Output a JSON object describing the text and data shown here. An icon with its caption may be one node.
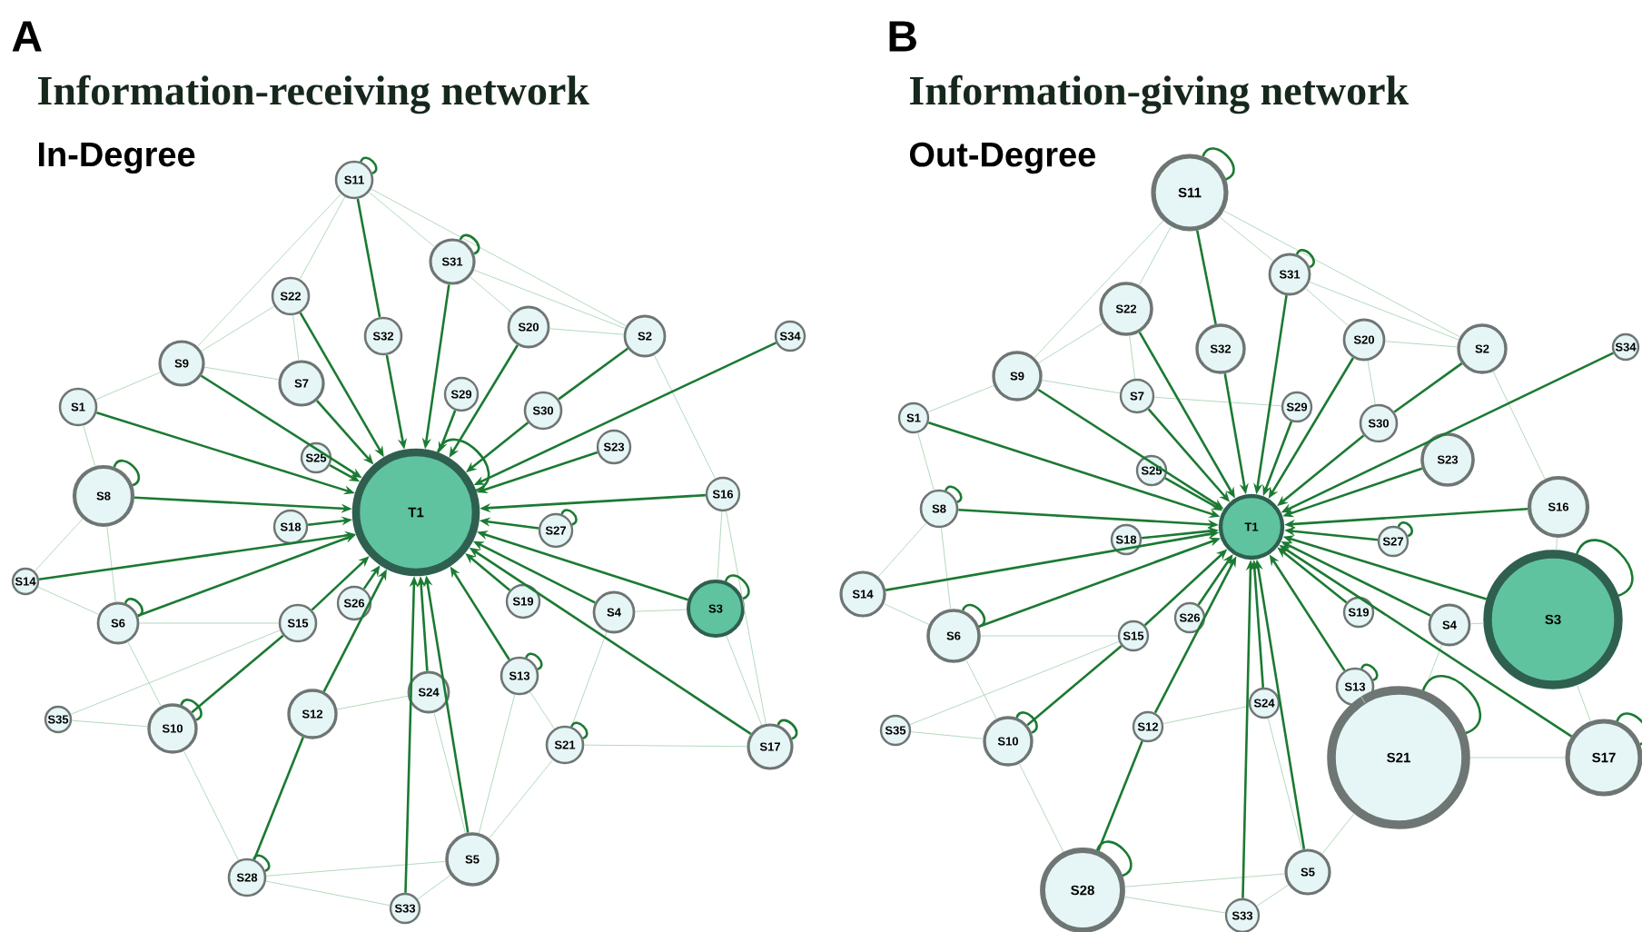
{
  "diagram": {
    "nodes": [
      {
        "text": [
          "T1"
        ]
      },
      {
        "text": [
          "S11"
        ]
      },
      {
        "text": [
          "S31"
        ]
      },
      {
        "text": [
          "S22"
        ]
      },
      {
        "text": [
          "S32"
        ]
      },
      {
        "text": [
          "S20"
        ]
      },
      {
        "text": [
          "S2"
        ]
      },
      {
        "text": [
          "S34"
        ]
      },
      {
        "text": [
          "S9"
        ]
      },
      {
        "text": [
          "S7"
        ]
      },
      {
        "text": [
          "S29"
        ]
      },
      {
        "text": [
          "S30"
        ]
      },
      {
        "text": [
          "S1"
        ]
      },
      {
        "text": [
          "S23"
        ]
      },
      {
        "text": [
          "S25"
        ]
      },
      {
        "text": [
          "S8"
        ]
      },
      {
        "text": [
          "S16"
        ]
      },
      {
        "text": [
          "S18"
        ]
      },
      {
        "text": [
          "S27"
        ]
      },
      {
        "text": [
          "S14"
        ]
      },
      {
        "text": [
          "S6"
        ]
      },
      {
        "text": [
          "S15"
        ]
      },
      {
        "text": [
          "S26"
        ]
      },
      {
        "text": [
          "S19"
        ]
      },
      {
        "text": [
          "S4"
        ]
      },
      {
        "text": [
          "S3"
        ]
      },
      {
        "text": [
          "S13"
        ]
      },
      {
        "text": [
          "S24"
        ]
      },
      {
        "text": [
          "S35"
        ]
      },
      {
        "text": [
          "S10"
        ]
      },
      {
        "text": [
          "S12"
        ]
      },
      {
        "text": [
          "S21"
        ]
      },
      {
        "text": [
          "S17"
        ]
      },
      {
        "text": [
          "S5"
        ]
      },
      {
        "text": [
          "S28"
        ]
      },
      {
        "text": [
          "S33"
        ]
      },
      {
        "text": [
          "T1"
        ]
      },
      {
        "text": [
          "S11"
        ]
      },
      {
        "text": [
          "S31"
        ]
      },
      {
        "text": [
          "S22"
        ]
      },
      {
        "text": [
          "S32"
        ]
      },
      {
        "text": [
          "S20"
        ]
      },
      {
        "text": [
          "S2"
        ]
      },
      {
        "text": [
          "S34"
        ]
      },
      {
        "text": [
          "S9"
        ]
      },
      {
        "text": [
          "S7"
        ]
      },
      {
        "text": [
          "S29"
        ]
      },
      {
        "text": [
          "S30"
        ]
      },
      {
        "text": [
          "S1"
        ]
      },
      {
        "text": [
          "S23"
        ]
      },
      {
        "text": [
          "S25"
        ]
      },
      {
        "text": [
          "S8"
        ]
      },
      {
        "text": [
          "S16"
        ]
      },
      {
        "text": [
          "S18"
        ]
      },
      {
        "text": [
          "S27"
        ]
      },
      {
        "text": [
          "S14"
        ]
      },
      {
        "text": [
          "S6"
        ]
      },
      {
        "text": [
          "S15"
        ]
      },
      {
        "text": [
          "S26"
        ]
      },
      {
        "text": [
          "S19"
        ]
      },
      {
        "text": [
          "S4"
        ]
      },
      {
        "text": [
          "S3"
        ]
      },
      {
        "text": [
          "S13"
        ]
      },
      {
        "text": [
          "S24"
        ]
      },
      {
        "text": [
          "S35"
        ]
      },
      {
        "text": [
          "S10"
        ]
      },
      {
        "text": [
          "S12"
        ]
      },
      {
        "text": [
          "S21"
        ]
      },
      {
        "text": [
          "S17"
        ]
      },
      {
        "text": [
          "S5"
        ]
      },
      {
        "text": [
          "S28"
        ]
      },
      {
        "text": [
          "S33"
        ]
      }
    ],
    "edges": [
      {
        "from": 1,
        "to": 8,
        "arrow": "none",
        "color": "#a9d6b4"
      },
      {
        "from": 1,
        "to": 3,
        "arrow": "none",
        "color": "#a9d6b4"
      },
      {
        "from": 1,
        "to": 2,
        "arrow": "none",
        "color": "#a9d6b4"
      },
      {
        "from": 1,
        "to": 6,
        "arrow": "none",
        "color": "#a9d6b4"
      },
      {
        "from": 2,
        "to": 5,
        "arrow": "none",
        "color": "#a9d6b4"
      },
      {
        "from": 2,
        "to": 6,
        "arrow": "none",
        "color": "#a9d6b4"
      },
      {
        "from": 3,
        "to": 8,
        "arrow": "none",
        "color": "#a9d6b4"
      },
      {
        "from": 3,
        "to": 9,
        "arrow": "none",
        "color": "#a9d6b4"
      },
      {
        "from": 8,
        "to": 12,
        "arrow": "none",
        "color": "#a9d6b4"
      },
      {
        "from": 12,
        "to": 15,
        "arrow": "none",
        "color": "#a9d6b4"
      },
      {
        "from": 15,
        "to": 19,
        "arrow": "none",
        "color": "#a9d6b4"
      },
      {
        "from": 19,
        "to": 20,
        "arrow": "none",
        "color": "#a9d6b4"
      },
      {
        "from": 20,
        "to": 29,
        "arrow": "none",
        "color": "#a9d6b4"
      },
      {
        "from": 29,
        "to": 28,
        "arrow": "none",
        "color": "#a9d6b4"
      },
      {
        "from": 29,
        "to": 34,
        "arrow": "none",
        "color": "#a9d6b4"
      },
      {
        "from": 34,
        "to": 35,
        "arrow": "none",
        "color": "#a9d6b4"
      },
      {
        "from": 34,
        "to": 33,
        "arrow": "none",
        "color": "#a9d6b4"
      },
      {
        "from": 35,
        "to": 33,
        "arrow": "none",
        "color": "#a9d6b4"
      },
      {
        "from": 33,
        "to": 31,
        "arrow": "none",
        "color": "#a9d6b4"
      },
      {
        "from": 31,
        "to": 32,
        "arrow": "none",
        "color": "#a9d6b4"
      },
      {
        "from": 32,
        "to": 25,
        "arrow": "none",
        "color": "#a9d6b4"
      },
      {
        "from": 25,
        "to": 16,
        "arrow": "none",
        "color": "#a9d6b4"
      },
      {
        "from": 16,
        "to": 6,
        "arrow": "none",
        "color": "#a9d6b4"
      },
      {
        "from": 5,
        "to": 6,
        "arrow": "none",
        "color": "#a9d6b4"
      },
      {
        "from": 24,
        "to": 25,
        "arrow": "none",
        "color": "#a9d6b4"
      },
      {
        "from": 31,
        "to": 26,
        "arrow": "none",
        "color": "#a9d6b4"
      },
      {
        "from": 27,
        "to": 33,
        "arrow": "none",
        "color": "#a9d6b4"
      },
      {
        "from": 8,
        "to": 9,
        "arrow": "none",
        "color": "#a9d6b4"
      },
      {
        "from": 16,
        "to": 32,
        "arrow": "none",
        "color": "#a9d6b4"
      },
      {
        "from": 31,
        "to": 24,
        "arrow": "none",
        "color": "#a9d6b4"
      },
      {
        "from": 20,
        "to": 21,
        "arrow": "none",
        "color": "#a9d6b4"
      },
      {
        "from": 30,
        "to": 27,
        "arrow": "none",
        "color": "#a9d6b4"
      },
      {
        "from": 28,
        "to": 21,
        "arrow": "none",
        "color": "#a9d6b4"
      },
      {
        "from": 33,
        "to": 26,
        "arrow": "none",
        "color": "#a9d6b4"
      },
      {
        "from": 15,
        "to": 20,
        "arrow": "none",
        "color": "#a9d6b4"
      },
      {
        "from": 1,
        "to": 4,
        "arrow": "none",
        "color": "#1b7a32"
      },
      {
        "from": 6,
        "to": 11,
        "arrow": "none",
        "color": "#1b7a32"
      },
      {
        "from": 29,
        "to": 21,
        "arrow": "none",
        "color": "#1b7a32"
      },
      {
        "from": 34,
        "to": 30,
        "arrow": "none",
        "color": "#1b7a32"
      },
      {
        "from": 2,
        "to": 0,
        "arrow": "to",
        "color": "#1b7a32"
      },
      {
        "from": 3,
        "to": 0,
        "arrow": "to",
        "color": "#1b7a32"
      },
      {
        "from": 4,
        "to": 0,
        "arrow": "to",
        "color": "#1b7a32"
      },
      {
        "from": 5,
        "to": 0,
        "arrow": "to",
        "color": "#1b7a32"
      },
      {
        "from": 7,
        "to": 0,
        "arrow": "to",
        "color": "#1b7a32"
      },
      {
        "from": 8,
        "to": 0,
        "arrow": "to",
        "color": "#1b7a32"
      },
      {
        "from": 9,
        "to": 0,
        "arrow": "to",
        "color": "#1b7a32"
      },
      {
        "from": 10,
        "to": 0,
        "arrow": "to",
        "color": "#1b7a32"
      },
      {
        "from": 11,
        "to": 0,
        "arrow": "to",
        "color": "#1b7a32"
      },
      {
        "from": 12,
        "to": 0,
        "arrow": "to",
        "color": "#1b7a32"
      },
      {
        "from": 13,
        "to": 0,
        "arrow": "to",
        "color": "#1b7a32"
      },
      {
        "from": 14,
        "to": 0,
        "arrow": "to",
        "color": "#1b7a32"
      },
      {
        "from": 15,
        "to": 0,
        "arrow": "to",
        "color": "#1b7a32"
      },
      {
        "from": 16,
        "to": 0,
        "arrow": "to",
        "color": "#1b7a32"
      },
      {
        "from": 17,
        "to": 0,
        "arrow": "to",
        "color": "#1b7a32"
      },
      {
        "from": 18,
        "to": 0,
        "arrow": "to",
        "color": "#1b7a32"
      },
      {
        "from": 19,
        "to": 0,
        "arrow": "to",
        "color": "#1b7a32"
      },
      {
        "from": 20,
        "to": 0,
        "arrow": "to",
        "color": "#1b7a32"
      },
      {
        "from": 21,
        "to": 0,
        "arrow": "to",
        "color": "#1b7a32"
      },
      {
        "from": 22,
        "to": 0,
        "arrow": "to",
        "color": "#1b7a32"
      },
      {
        "from": 23,
        "to": 0,
        "arrow": "to",
        "color": "#1b7a32"
      },
      {
        "from": 24,
        "to": 0,
        "arrow": "to",
        "color": "#1b7a32"
      },
      {
        "from": 25,
        "to": 0,
        "arrow": "to",
        "color": "#1b7a32"
      },
      {
        "from": 26,
        "to": 0,
        "arrow": "to",
        "color": "#1b7a32"
      },
      {
        "from": 27,
        "to": 0,
        "arrow": "to",
        "color": "#1b7a32"
      },
      {
        "from": 30,
        "to": 0,
        "arrow": "to",
        "color": "#1b7a32"
      },
      {
        "from": 32,
        "to": 0,
        "arrow": "to",
        "color": "#1b7a32"
      },
      {
        "from": 33,
        "to": 0,
        "arrow": "to",
        "color": "#1b7a32"
      },
      {
        "from": 35,
        "to": 0,
        "arrow": "to",
        "color": "#1b7a32"
      },
      {
        "from": 0,
        "to": 0,
        "arrow": "none",
        "color": "#1b7a32"
      },
      {
        "from": 1,
        "to": 1,
        "arrow": "none",
        "color": "#1b7a32"
      },
      {
        "from": 2,
        "to": 2,
        "arrow": "none",
        "color": "#1b7a32"
      },
      {
        "from": 15,
        "to": 15,
        "arrow": "none",
        "color": "#1b7a32"
      },
      {
        "from": 18,
        "to": 18,
        "arrow": "none",
        "color": "#1b7a32"
      },
      {
        "from": 20,
        "to": 20,
        "arrow": "none",
        "color": "#1b7a32"
      },
      {
        "from": 25,
        "to": 25,
        "arrow": "none",
        "color": "#1b7a32"
      },
      {
        "from": 26,
        "to": 26,
        "arrow": "none",
        "color": "#1b7a32"
      },
      {
        "from": 29,
        "to": 29,
        "arrow": "none",
        "color": "#1b7a32"
      },
      {
        "from": 31,
        "to": 31,
        "arrow": "none",
        "color": "#1b7a32"
      },
      {
        "from": 32,
        "to": 32,
        "arrow": "none",
        "color": "#1b7a32"
      },
      {
        "from": 34,
        "to": 34,
        "arrow": "none",
        "color": "#1b7a32"
      },
      {
        "from": 37,
        "to": 44,
        "arrow": "none",
        "color": "#a9d6b4"
      },
      {
        "from": 37,
        "to": 39,
        "arrow": "none",
        "color": "#a9d6b4"
      },
      {
        "from": 37,
        "to": 38,
        "arrow": "none",
        "color": "#a9d6b4"
      },
      {
        "from": 37,
        "to": 42,
        "arrow": "none",
        "color": "#a9d6b4"
      },
      {
        "from": 38,
        "to": 41,
        "arrow": "none",
        "color": "#a9d6b4"
      },
      {
        "from": 38,
        "to": 42,
        "arrow": "none",
        "color": "#a9d6b4"
      },
      {
        "from": 39,
        "to": 44,
        "arrow": "none",
        "color": "#a9d6b4"
      },
      {
        "from": 39,
        "to": 45,
        "arrow": "none",
        "color": "#a9d6b4"
      },
      {
        "from": 44,
        "to": 48,
        "arrow": "none",
        "color": "#a9d6b4"
      },
      {
        "from": 48,
        "to": 51,
        "arrow": "none",
        "color": "#a9d6b4"
      },
      {
        "from": 51,
        "to": 55,
        "arrow": "none",
        "color": "#a9d6b4"
      },
      {
        "from": 55,
        "to": 56,
        "arrow": "none",
        "color": "#a9d6b4"
      },
      {
        "from": 56,
        "to": 65,
        "arrow": "none",
        "color": "#a9d6b4"
      },
      {
        "from": 65,
        "to": 64,
        "arrow": "none",
        "color": "#a9d6b4"
      },
      {
        "from": 65,
        "to": 70,
        "arrow": "none",
        "color": "#a9d6b4"
      },
      {
        "from": 70,
        "to": 71,
        "arrow": "none",
        "color": "#a9d6b4"
      },
      {
        "from": 70,
        "to": 69,
        "arrow": "none",
        "color": "#a9d6b4"
      },
      {
        "from": 71,
        "to": 69,
        "arrow": "none",
        "color": "#a9d6b4"
      },
      {
        "from": 69,
        "to": 67,
        "arrow": "none",
        "color": "#a9d6b4"
      },
      {
        "from": 67,
        "to": 68,
        "arrow": "none",
        "color": "#a9d6b4"
      },
      {
        "from": 68,
        "to": 61,
        "arrow": "none",
        "color": "#a9d6b4"
      },
      {
        "from": 61,
        "to": 52,
        "arrow": "none",
        "color": "#a9d6b4"
      },
      {
        "from": 52,
        "to": 42,
        "arrow": "none",
        "color": "#a9d6b4"
      },
      {
        "from": 41,
        "to": 42,
        "arrow": "none",
        "color": "#a9d6b4"
      },
      {
        "from": 60,
        "to": 61,
        "arrow": "none",
        "color": "#a9d6b4"
      },
      {
        "from": 67,
        "to": 62,
        "arrow": "none",
        "color": "#a9d6b4"
      },
      {
        "from": 63,
        "to": 69,
        "arrow": "none",
        "color": "#a9d6b4"
      },
      {
        "from": 44,
        "to": 45,
        "arrow": "none",
        "color": "#a9d6b4"
      },
      {
        "from": 41,
        "to": 47,
        "arrow": "none",
        "color": "#a9d6b4"
      },
      {
        "from": 67,
        "to": 60,
        "arrow": "none",
        "color": "#a9d6b4"
      },
      {
        "from": 56,
        "to": 57,
        "arrow": "none",
        "color": "#a9d6b4"
      },
      {
        "from": 66,
        "to": 63,
        "arrow": "none",
        "color": "#a9d6b4"
      },
      {
        "from": 64,
        "to": 57,
        "arrow": "none",
        "color": "#a9d6b4"
      },
      {
        "from": 46,
        "to": 45,
        "arrow": "none",
        "color": "#a9d6b4"
      },
      {
        "from": 51,
        "to": 56,
        "arrow": "none",
        "color": "#a9d6b4"
      },
      {
        "from": 37,
        "to": 40,
        "arrow": "none",
        "color": "#1b7a32"
      },
      {
        "from": 42,
        "to": 47,
        "arrow": "none",
        "color": "#1b7a32"
      },
      {
        "from": 65,
        "to": 57,
        "arrow": "none",
        "color": "#1b7a32"
      },
      {
        "from": 70,
        "to": 66,
        "arrow": "none",
        "color": "#1b7a32"
      },
      {
        "from": 38,
        "to": 36,
        "arrow": "to",
        "color": "#1b7a32"
      },
      {
        "from": 39,
        "to": 36,
        "arrow": "to",
        "color": "#1b7a32"
      },
      {
        "from": 40,
        "to": 36,
        "arrow": "to",
        "color": "#1b7a32"
      },
      {
        "from": 41,
        "to": 36,
        "arrow": "to",
        "color": "#1b7a32"
      },
      {
        "from": 43,
        "to": 36,
        "arrow": "to",
        "color": "#1b7a32"
      },
      {
        "from": 44,
        "to": 36,
        "arrow": "to",
        "color": "#1b7a32"
      },
      {
        "from": 45,
        "to": 36,
        "arrow": "to",
        "color": "#1b7a32"
      },
      {
        "from": 46,
        "to": 36,
        "arrow": "to",
        "color": "#1b7a32"
      },
      {
        "from": 47,
        "to": 36,
        "arrow": "to",
        "color": "#1b7a32"
      },
      {
        "from": 48,
        "to": 36,
        "arrow": "to",
        "color": "#1b7a32"
      },
      {
        "from": 49,
        "to": 36,
        "arrow": "to",
        "color": "#1b7a32"
      },
      {
        "from": 50,
        "to": 36,
        "arrow": "to",
        "color": "#1b7a32"
      },
      {
        "from": 51,
        "to": 36,
        "arrow": "to",
        "color": "#1b7a32"
      },
      {
        "from": 52,
        "to": 36,
        "arrow": "to",
        "color": "#1b7a32"
      },
      {
        "from": 53,
        "to": 36,
        "arrow": "to",
        "color": "#1b7a32"
      },
      {
        "from": 54,
        "to": 36,
        "arrow": "to",
        "color": "#1b7a32"
      },
      {
        "from": 55,
        "to": 36,
        "arrow": "to",
        "color": "#1b7a32"
      },
      {
        "from": 56,
        "to": 36,
        "arrow": "to",
        "color": "#1b7a32"
      },
      {
        "from": 57,
        "to": 36,
        "arrow": "to",
        "color": "#1b7a32"
      },
      {
        "from": 58,
        "to": 36,
        "arrow": "to",
        "color": "#1b7a32"
      },
      {
        "from": 59,
        "to": 36,
        "arrow": "to",
        "color": "#1b7a32"
      },
      {
        "from": 60,
        "to": 36,
        "arrow": "to",
        "color": "#1b7a32"
      },
      {
        "from": 61,
        "to": 36,
        "arrow": "to",
        "color": "#1b7a32"
      },
      {
        "from": 62,
        "to": 36,
        "arrow": "to",
        "color": "#1b7a32"
      },
      {
        "from": 63,
        "to": 36,
        "arrow": "to",
        "color": "#1b7a32"
      },
      {
        "from": 66,
        "to": 36,
        "arrow": "to",
        "color": "#1b7a32"
      },
      {
        "from": 68,
        "to": 36,
        "arrow": "to",
        "color": "#1b7a32"
      },
      {
        "from": 69,
        "to": 36,
        "arrow": "to",
        "color": "#1b7a32"
      },
      {
        "from": 71,
        "to": 36,
        "arrow": "to",
        "color": "#1b7a32"
      },
      {
        "from": 37,
        "to": 37,
        "arrow": "none",
        "color": "#1b7a32"
      },
      {
        "from": 38,
        "to": 38,
        "arrow": "none",
        "color": "#1b7a32"
      },
      {
        "from": 51,
        "to": 51,
        "arrow": "none",
        "color": "#1b7a32"
      },
      {
        "from": 54,
        "to": 54,
        "arrow": "none",
        "color": "#1b7a32"
      },
      {
        "from": 56,
        "to": 56,
        "arrow": "none",
        "color": "#1b7a32"
      },
      {
        "from": 61,
        "to": 61,
        "arrow": "none",
        "color": "#1b7a32"
      },
      {
        "from": 62,
        "to": 62,
        "arrow": "none",
        "color": "#1b7a32"
      },
      {
        "from": 65,
        "to": 65,
        "arrow": "none",
        "color": "#1b7a32"
      },
      {
        "from": 67,
        "to": 67,
        "arrow": "none",
        "color": "#1b7a32"
      },
      {
        "from": 68,
        "to": 68,
        "arrow": "none",
        "color": "#1b7a32"
      },
      {
        "from": 70,
        "to": 70,
        "arrow": "none",
        "color": "#1b7a32"
      }
    ],
    "labels": [
      "A",
      "Information-receiving network",
      "In-Degree",
      "B",
      "Information-giving network",
      "Out-Degree"
    ]
  }
}
